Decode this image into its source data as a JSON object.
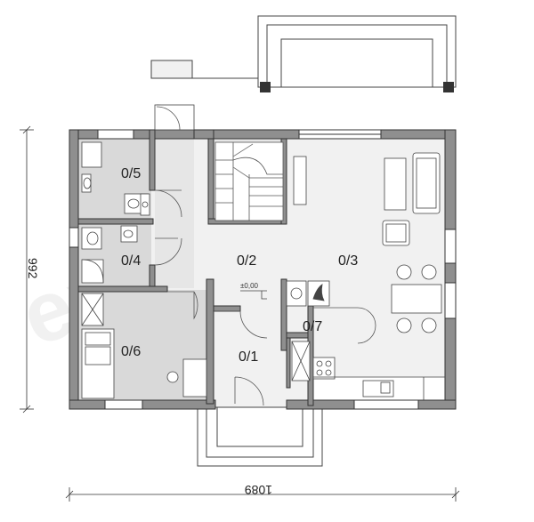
{
  "watermark": "extradom",
  "rooms": [
    {
      "id": "room-0-5",
      "label": "0/5"
    },
    {
      "id": "room-0-4",
      "label": "0/4"
    },
    {
      "id": "room-0-6",
      "label": "0/6"
    },
    {
      "id": "room-0-2",
      "label": "0/2"
    },
    {
      "id": "room-0-3",
      "label": "0/3"
    },
    {
      "id": "room-0-1",
      "label": "0/1"
    },
    {
      "id": "room-0-7",
      "label": "0/7"
    }
  ],
  "level_mark": "±0,00",
  "dimensions": {
    "width": "1089",
    "height": "992"
  },
  "colors": {
    "wall": "#8f8f8f",
    "wall_outline": "#333333",
    "floor_grey": "#d9d9d9",
    "floor_light": "#f1f1f1",
    "line": "#444444"
  }
}
